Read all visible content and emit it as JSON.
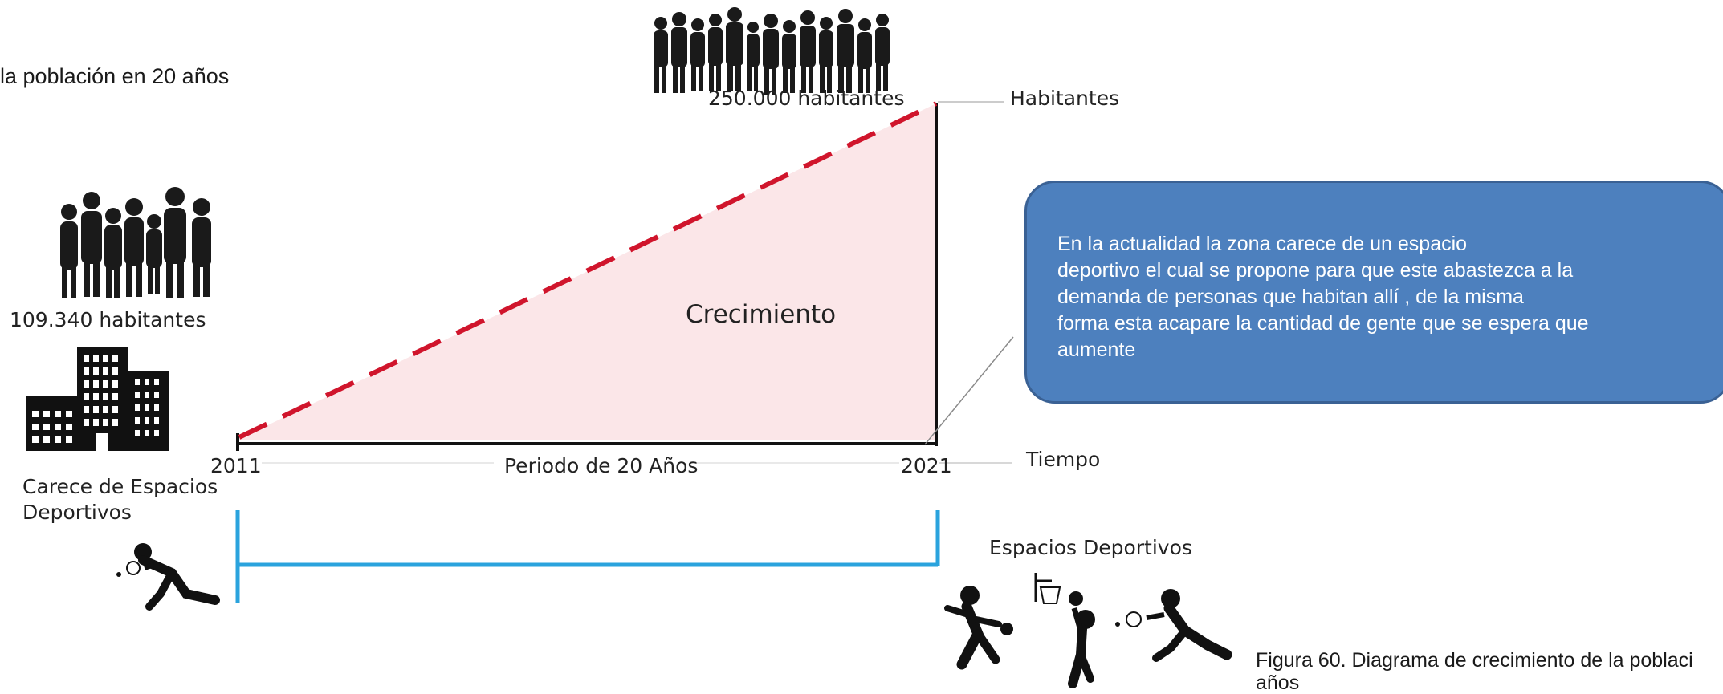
{
  "heading": "la población en 20 años",
  "population": {
    "start_label": "109.340 habitantes",
    "end_label": "250.000 habitantes",
    "axis_label": "Habitantes"
  },
  "timeline": {
    "start_year": "2011",
    "end_year": "2021",
    "period_label": "Periodo de 20 Años",
    "axis_label": "Tiempo"
  },
  "growth_label": "Crecimiento",
  "sports": {
    "before_line1": "Carece de Espacios",
    "before_line2": "Deportivos",
    "after": "Espacios Deportivos"
  },
  "callout": {
    "lines": [
      "En la actualidad la zona carece de un espacio",
      "deportivo el cual se propone para que este abastezca a la",
      "demanda de personas que habitan allí , de la misma",
      "forma esta acapare la cantidad de gente que se espera que",
      "aumente"
    ]
  },
  "caption": {
    "line1": "Figura 60. Diagrama de crecimiento de la poblaci",
    "line2": "años"
  },
  "colors": {
    "growth_fill": "#fbe6e8",
    "dashed_line": "#d0152c",
    "timeline_bar": "#2aa3dd",
    "callout_bg": "#4d80be",
    "silhouette": "#1a1a1a"
  }
}
